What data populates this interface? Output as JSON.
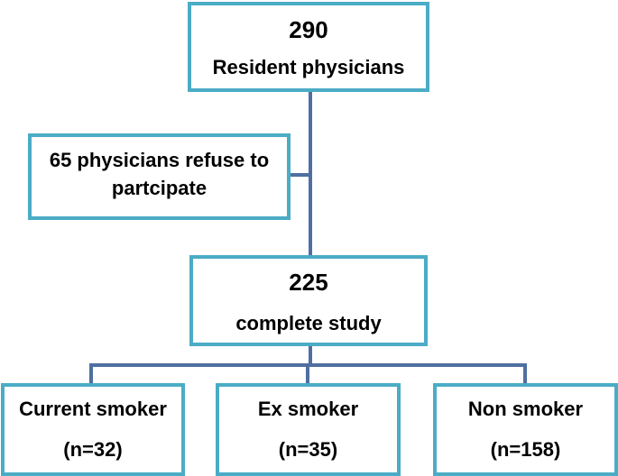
{
  "colors": {
    "box_border": "#4bacc6",
    "connector": "#4f6fa0",
    "text": "#000000"
  },
  "total": {
    "count": "290",
    "label": "Resident physicians"
  },
  "excluded": {
    "text": "65 physicians refuse to partcipate",
    "line1": "65 physicians refuse to",
    "line2": "partcipate"
  },
  "completed": {
    "count": "225",
    "label": "complete study"
  },
  "groups": [
    {
      "label": "Current smoker",
      "n": "(n=32)"
    },
    {
      "label": "Ex smoker",
      "n": "(n=35)"
    },
    {
      "label": "Non smoker",
      "n": "(n=158)"
    }
  ]
}
